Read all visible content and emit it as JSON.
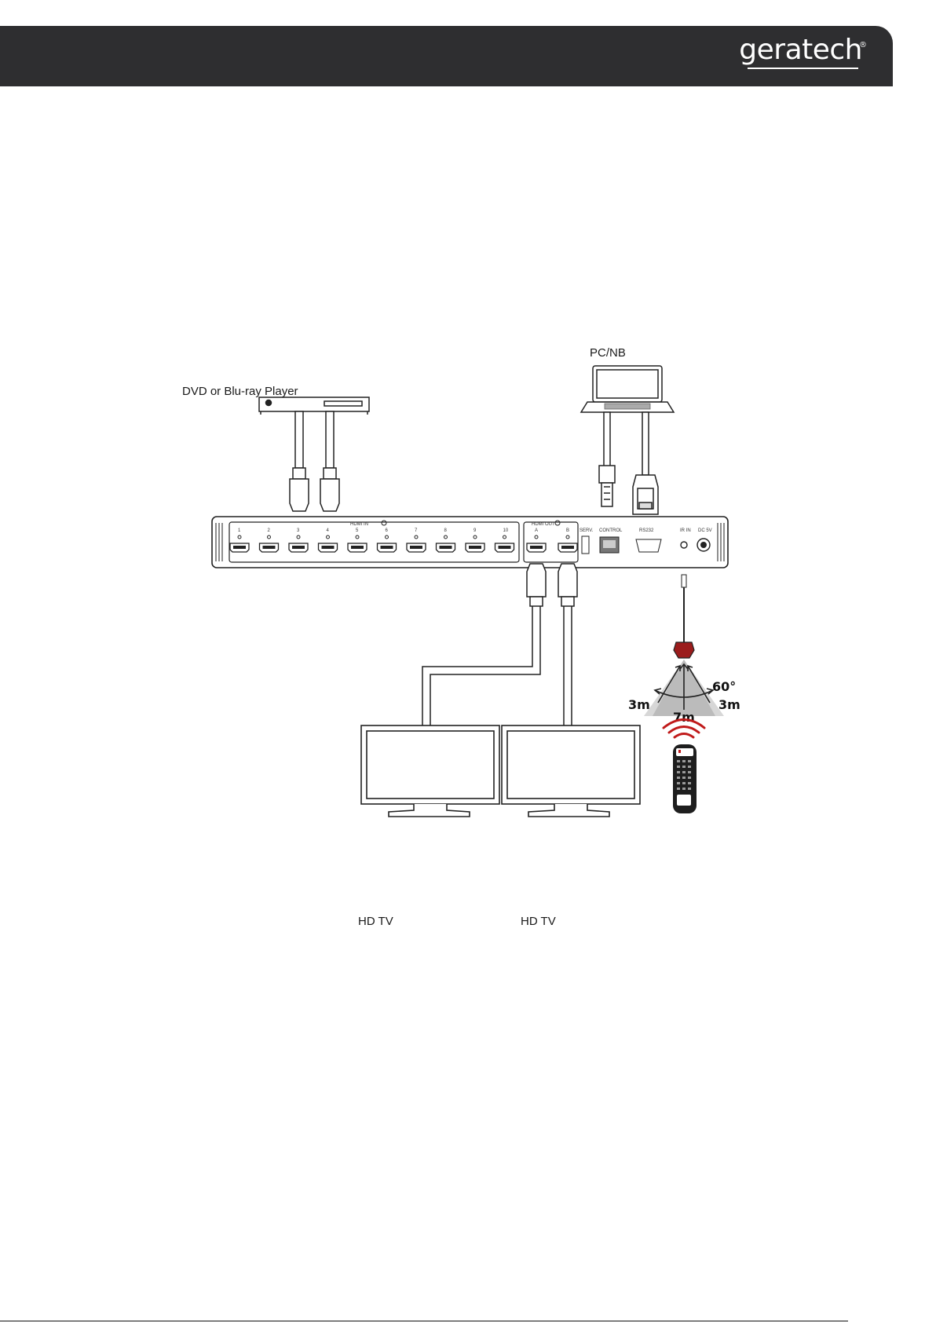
{
  "header": {
    "brand": "geratech",
    "reg_mark": "®"
  },
  "labels": {
    "pc": "PC/NB",
    "dvd": "DVD or Blu-ray Player",
    "tv_a": "HD TV",
    "tv_b": "HD TV"
  },
  "panel": {
    "hdmi_in": "HDMI IN",
    "hdmi_out": "HDMI OUT",
    "inputs": [
      "1",
      "2",
      "3",
      "4",
      "5",
      "6",
      "7",
      "8",
      "9",
      "10"
    ],
    "outputs": [
      "A",
      "B"
    ],
    "serv": "SERV.",
    "control": "CONTROL",
    "rs232": "RS232",
    "ir_in": "IR IN",
    "dc": "DC 5V"
  },
  "ir": {
    "angle": "60°",
    "left_range": "3m",
    "center_range": "7m",
    "right_range": "3m"
  },
  "colors": {
    "header_bg": "#2e2e30",
    "ir_red": "#c01a1a"
  }
}
